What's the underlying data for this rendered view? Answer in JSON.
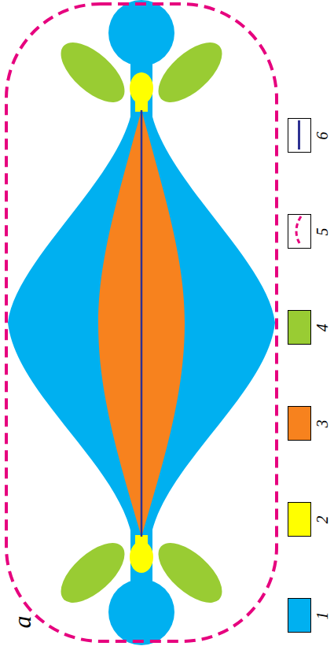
{
  "diagram": {
    "labels": [
      "a"
    ],
    "legend": [
      {
        "text": "1",
        "color": "#00b0f0"
      },
      {
        "text": "2",
        "color": "#ffff00"
      },
      {
        "text": "3",
        "color": "#f7821e"
      },
      {
        "text": "4",
        "color": "#99cc33"
      },
      {
        "text": "5"
      },
      {
        "text": "6"
      }
    ]
  }
}
